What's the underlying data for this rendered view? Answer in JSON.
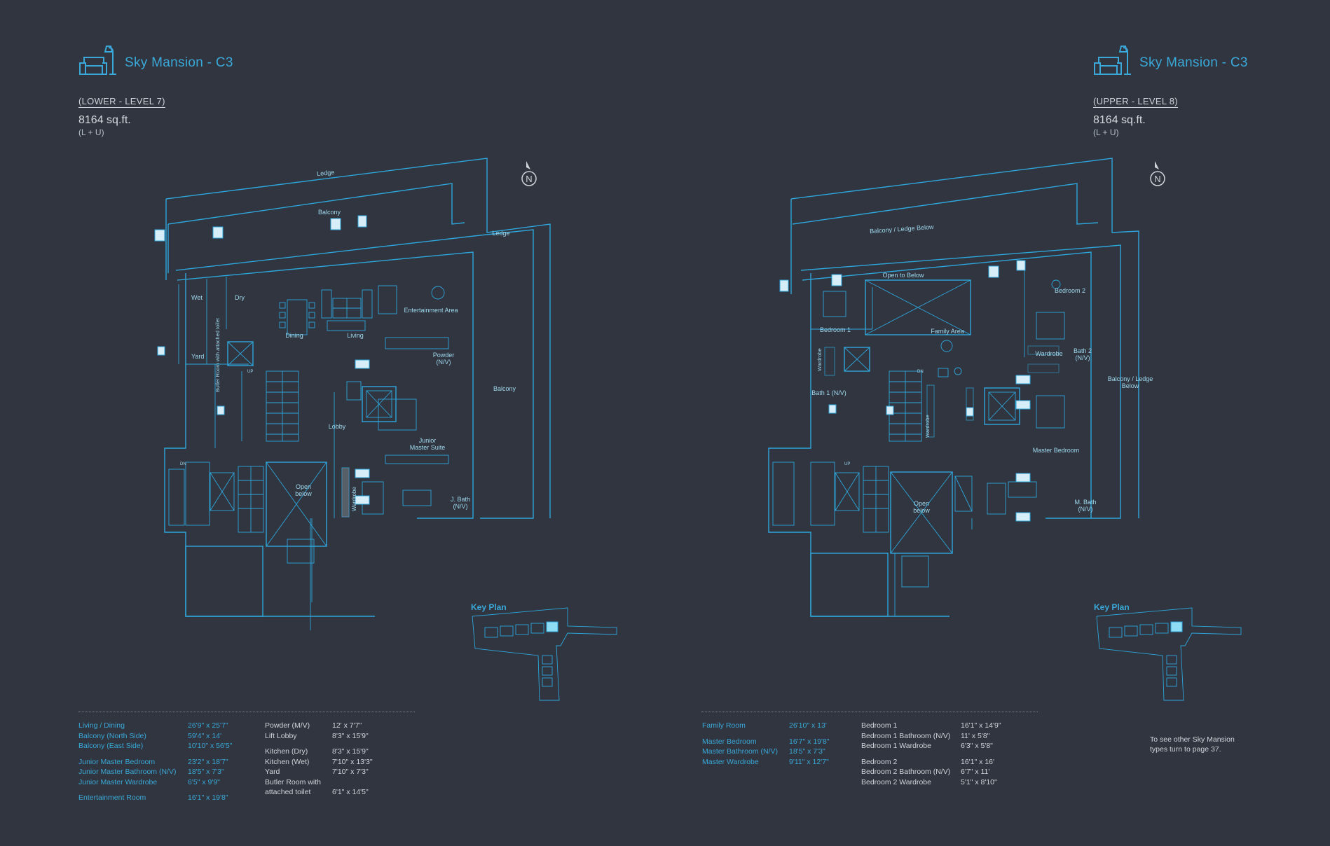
{
  "left": {
    "title": "Sky Mansion - C3",
    "level": "(LOWER - LEVEL 7)",
    "area": "8164 sq.ft.",
    "area_note": "(L + U)",
    "key_plan_label": "Key Plan",
    "rooms": {
      "ledge_top": "Ledge",
      "balcony_top": "Balcony",
      "ledge_right": "Ledge",
      "wet": "Wet",
      "dry": "Dry",
      "dining": "Dining",
      "living": "Living",
      "entertainment": "Entertainment Area",
      "yard": "Yard",
      "butler": "Butler Room with attached toilet",
      "powder_1": "Powder",
      "powder_2": "(N/V)",
      "balcony_right": "Balcony",
      "lobby": "Lobby",
      "junior_1": "Junior",
      "junior_2": "Master Suite",
      "open_1": "Open",
      "open_2": "below",
      "wardrobe": "Wardrobe",
      "jbath_1": "J. Bath",
      "jbath_2": "(N/V)",
      "up": "UP",
      "dn": "DN"
    },
    "specs_col1": [
      {
        "name": "Living / Dining",
        "dim": "26'9\" x 25'7\""
      },
      {
        "name": "Balcony (North Side)",
        "dim": "59'4\" x 14'"
      },
      {
        "name": "Balcony (East Side)",
        "dim": "10'10\" x 56'5\""
      },
      {
        "name": "Junior Master Bedroom",
        "dim": "23'2\" x 18'7\""
      },
      {
        "name": "Junior Master Bathroom (N/V)",
        "dim": "18'5\" x 7'3\""
      },
      {
        "name": "Junior Master Wardrobe",
        "dim": "6'5\" x 9'9\""
      },
      {
        "name": "Entertainment Room",
        "dim": "16'1\" x 19'8\""
      }
    ],
    "specs_col2": [
      {
        "name": "Powder (M/V)",
        "dim": "12' x 7'7\""
      },
      {
        "name": "Lift Lobby",
        "dim": "8'3\" x 15'9\""
      },
      {
        "name": "Kitchen (Dry)",
        "dim": "8'3\" x 15'9\""
      },
      {
        "name": "Kitchen (Wet)",
        "dim": "7'10\" x 13'3\""
      },
      {
        "name": "Yard",
        "dim": "7'10\" x 7'3\""
      },
      {
        "name": "Butler Room with",
        "dim": ""
      },
      {
        "name": "attached toilet",
        "dim": "6'1\" x 14'5\""
      }
    ]
  },
  "right": {
    "title": "Sky Mansion - C3",
    "level": "(UPPER - LEVEL 8)",
    "area": "8164 sq.ft.",
    "area_note": "(L + U)",
    "key_plan_label": "Key Plan",
    "rooms": {
      "balcony_top": "Balcony / Ledge Below",
      "open_to_below": "Open to Below",
      "bedroom1": "Bedroom 1",
      "family": "Family Area",
      "bedroom2": "Bedroom 2",
      "wardrobe_a": "Wardrobe",
      "wardrobe_b": "Wardrobe",
      "wardrobe_c": "Wardrobe",
      "bath2_1": "Bath 2",
      "bath2_2": "(N/V)",
      "bath1": "Bath 1 (N/V)",
      "balcony_right_1": "Balcony / Ledge",
      "balcony_right_2": "Below",
      "master": "Master Bedroom",
      "open_1": "Open",
      "open_2": "below",
      "mbath_1": "M. Bath",
      "mbath_2": "(N/V)",
      "up": "UP",
      "dn": "DN"
    },
    "specs_col1": [
      {
        "name": "Family Room",
        "dim": "26'10\" x 13'"
      },
      {
        "name": "Master Bedroom",
        "dim": "16'7\" x 19'8\""
      },
      {
        "name": "Master Bathroom (N/V)",
        "dim": "18'5\" x 7'3\""
      },
      {
        "name": "Master Wardrobe",
        "dim": "9'11\" x 12'7\""
      }
    ],
    "specs_col2": [
      {
        "name": "Bedroom 1",
        "dim": "16'1\" x 14'9\""
      },
      {
        "name": "Bedroom 1 Bathroom (N/V)",
        "dim": "11' x 5'8\""
      },
      {
        "name": "Bedroom 1 Wardrobe",
        "dim": "6'3\" x 5'8\""
      },
      {
        "name": "Bedroom 2",
        "dim": "16'1\" x 16'"
      },
      {
        "name": "Bedroom 2 Bathroom (N/V)",
        "dim": "6'7\" x 11'"
      },
      {
        "name": "Bedroom 2 Wardrobe",
        "dim": "5'1\" x 8'10\""
      }
    ],
    "note": "To see other Sky Mansion types turn to page 37."
  },
  "compass_letter": "N",
  "colors": {
    "background": "#30353f",
    "accent": "#3aa8d8",
    "line": "#2ea6dc",
    "text": "#cfd4da"
  },
  "icons": [
    "sofa-lamp-icon",
    "north-arrow-icon"
  ]
}
